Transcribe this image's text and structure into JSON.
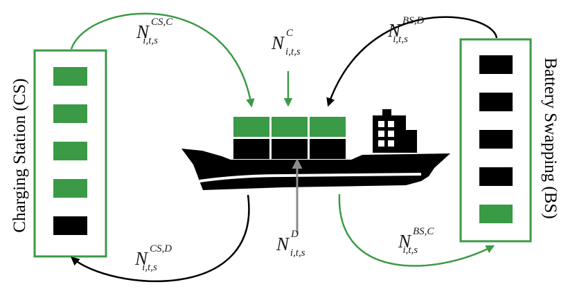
{
  "colors": {
    "green": "#3a9a45",
    "black": "#000000",
    "gray": "#8c8c8c"
  },
  "cs": {
    "label": "Charging Station (CS)",
    "slots": [
      "green",
      "green",
      "green",
      "green",
      "black"
    ]
  },
  "bs": {
    "label": "Battery Swapping (BS)",
    "slots": [
      "black",
      "black",
      "black",
      "black",
      "green"
    ]
  },
  "ship": {
    "icon": "ship-icon",
    "building_icon": "building-icon",
    "top_row": [
      "green",
      "green",
      "green"
    ],
    "bottom_row": [
      "black",
      "black",
      "black"
    ]
  },
  "flows": {
    "cs_charge": {
      "symbol": "N",
      "sub": "i,t,s",
      "sup": "CS,C"
    },
    "charge": {
      "symbol": "N",
      "sub": "i,t,s",
      "sup": "C"
    },
    "bs_discharge": {
      "symbol": "N",
      "sub": "i,t,s",
      "sup": "BS,D"
    },
    "cs_discharge": {
      "symbol": "N",
      "sub": "i,t,s",
      "sup": "CS,D"
    },
    "discharge": {
      "symbol": "N",
      "sub": "i,t,s",
      "sup": "D"
    },
    "bs_charge": {
      "symbol": "N",
      "sub": "i,t,s",
      "sup": "BS,C"
    }
  }
}
